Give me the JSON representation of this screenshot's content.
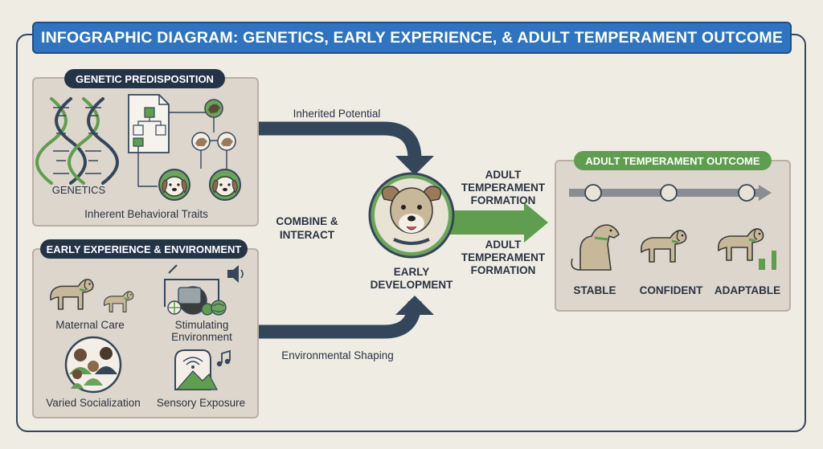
{
  "title": "INFOGRAPHIC DIAGRAM: GENETICS, EARLY EXPERIENCE, & ADULT TEMPERAMENT OUTCOME",
  "genetic": {
    "heading": "GENETIC PREDISPOSITION",
    "genetics_label": "GENETICS",
    "traits_label": "Inherent Behavioral Traits"
  },
  "environment": {
    "heading": "EARLY EXPERIENCE & ENVIRONMENT",
    "maternal": "Maternal Care",
    "stimulating_1": "Stimulating",
    "stimulating_2": "Environment",
    "socialization": "Varied Socialization",
    "sensory": "Sensory Exposure"
  },
  "flow": {
    "inherited": "Inherited Potential",
    "combine_1": "COMBINE &",
    "combine_2": "INTERACT",
    "environmental": "Environmental Shaping",
    "center_1": "EARLY",
    "center_2": "DEVELOPMENT",
    "formation_top_1": "ADULT",
    "formation_top_2": "TEMPERAMENT",
    "formation_top_3": "FORMATION",
    "formation_bot_1": "ADULT",
    "formation_bot_2": "TEMPERAMENT",
    "formation_bot_3": "FORMATION"
  },
  "outcome": {
    "heading": "ADULT TEMPERAMENT OUTCOME",
    "items": [
      "STABLE",
      "CONFIDENT",
      "ADAPTABLE"
    ]
  },
  "colors": {
    "navy": "#34465a",
    "green": "#5e9e4e",
    "blue": "#2f74c0",
    "panel": "#ddd6cc"
  }
}
